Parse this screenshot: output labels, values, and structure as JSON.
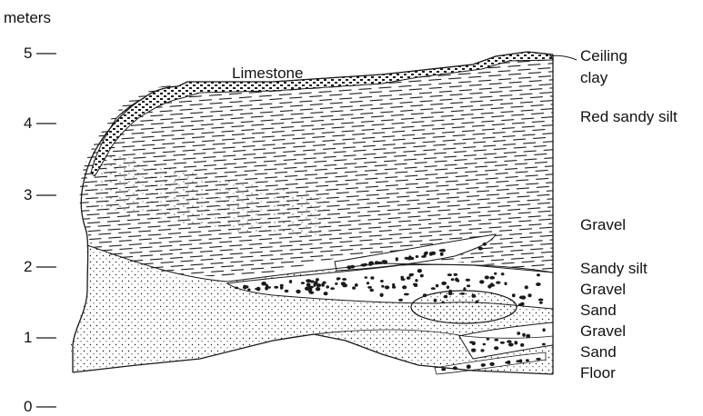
{
  "axis": {
    "unit_label": "meters",
    "ticks": [
      {
        "value": 5,
        "label": "5"
      },
      {
        "value": 4,
        "label": "4"
      },
      {
        "value": 3,
        "label": "3"
      },
      {
        "value": 2,
        "label": "2"
      },
      {
        "value": 1,
        "label": "1"
      },
      {
        "value": 0,
        "label": "0"
      }
    ]
  },
  "labels": {
    "limestone": "Limestone",
    "ceiling_clay_1": "Ceiling",
    "ceiling_clay_2": "clay",
    "red_sandy_silt": "Red sandy silt",
    "gravel_upper": "Gravel",
    "sandy_silt": "Sandy silt",
    "gravel_middle": "Gravel",
    "sand_upper": "Sand",
    "gravel_lower": "Gravel",
    "sand_lower": "Sand",
    "floor": "Floor"
  },
  "colors": {
    "ink": "#1a1a1a",
    "paper": "#ffffff",
    "limestone_fill": "#3a3a3a"
  }
}
